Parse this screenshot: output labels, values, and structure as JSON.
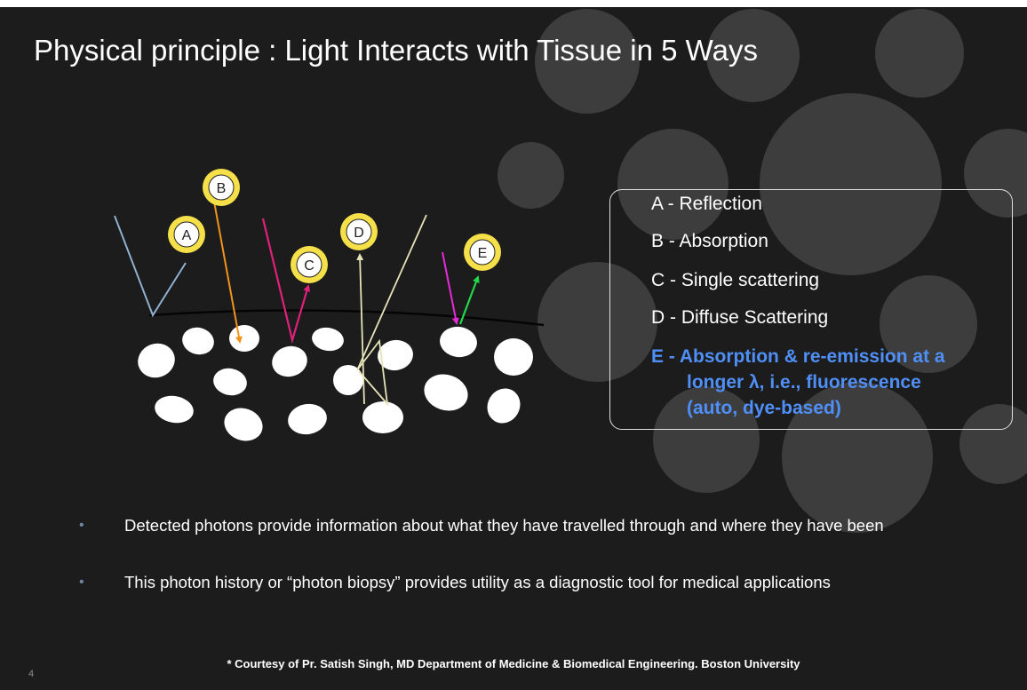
{
  "title": "Physical principle : Light Interacts with Tissue in 5 Ways",
  "diagram": {
    "labels": [
      "A",
      "B",
      "C",
      "D",
      "E"
    ],
    "colors": {
      "A": "#8fb0cf",
      "B": "#f2931e",
      "C": "#e0207a",
      "D": "#e6e3b8",
      "E_in": "#e62bd6",
      "E_out": "#22d84a",
      "badge_ring": "#f5e04a"
    }
  },
  "legend": {
    "A": "A -  Reflection",
    "B": "B -  Absorption",
    "C": "C -  Single scattering",
    "D": "D -  Diffuse Scattering",
    "E_line1": "E -  Absorption & re-emission at a",
    "E_line2": "longer λ, i.e., fluorescence",
    "E_line3": "(auto, dye-based)",
    "E_color": "#4f8ff7"
  },
  "bullets": [
    "Detected photons provide information about what they have travelled through and where they have been",
    "This photon history or “photon biopsy” provides utility as a diagnostic tool for medical applications"
  ],
  "credit": "* Courtesy of Pr. Satish Singh, MD Department of Medicine & Biomedical Engineering.  Boston University",
  "page_number": "4"
}
